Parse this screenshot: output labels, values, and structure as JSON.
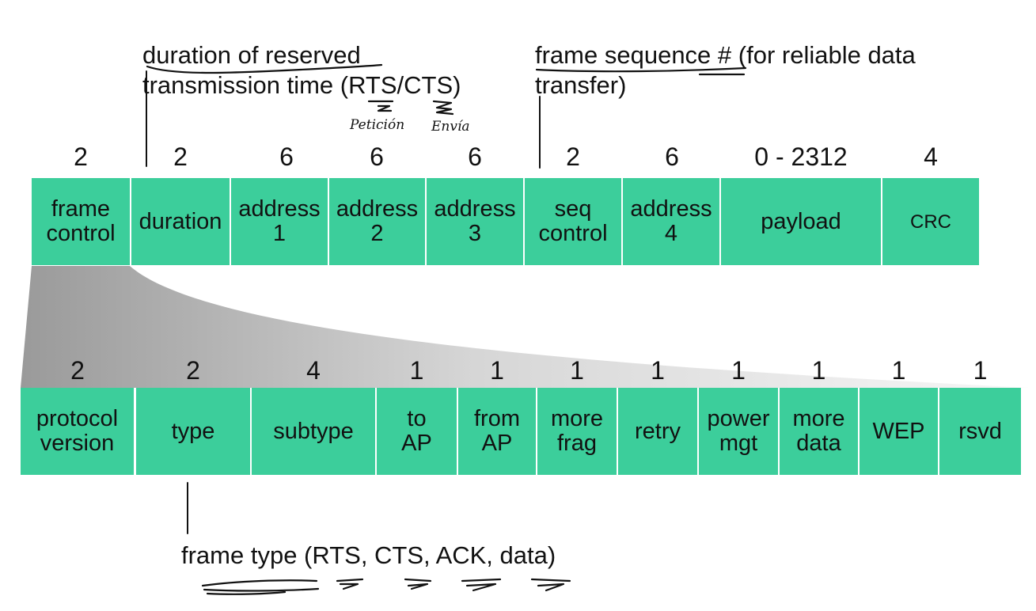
{
  "annotations": {
    "duration_line1": "duration of reserved",
    "duration_line2": "transmission time (RTS/CTS)",
    "seq_line1": "frame sequence # (for reliable data",
    "seq_line2": "transfer)",
    "frame_type": "frame type (RTS, CTS, ACK, data)"
  },
  "handwriting": {
    "peticion": "Petición",
    "envia": "Envía"
  },
  "frame": {
    "sizes": [
      "2",
      "2",
      "6",
      "6",
      "6",
      "2",
      "6",
      "0 - 2312",
      "4"
    ],
    "fields": [
      "frame\ncontrol",
      "duration",
      "address\n1",
      "address\n2",
      "address\n3",
      "seq\ncontrol",
      "address\n4",
      "payload",
      "CRC"
    ]
  },
  "frame_control": {
    "sizes": [
      "2",
      "2",
      "4",
      "1",
      "1",
      "1",
      "1",
      "1",
      "1",
      "1",
      "1"
    ],
    "fields": [
      "protocol\nversion",
      "type",
      "subtype",
      "to\nAP",
      "from\nAP",
      "more\nfrag",
      "retry",
      "power\nmgt",
      "more\ndata",
      "WEP",
      "rsvd"
    ]
  },
  "colors": {
    "field_fill": "#3cce9b",
    "expansion_gradient": "#9a9a9a",
    "ink": "#111111"
  }
}
